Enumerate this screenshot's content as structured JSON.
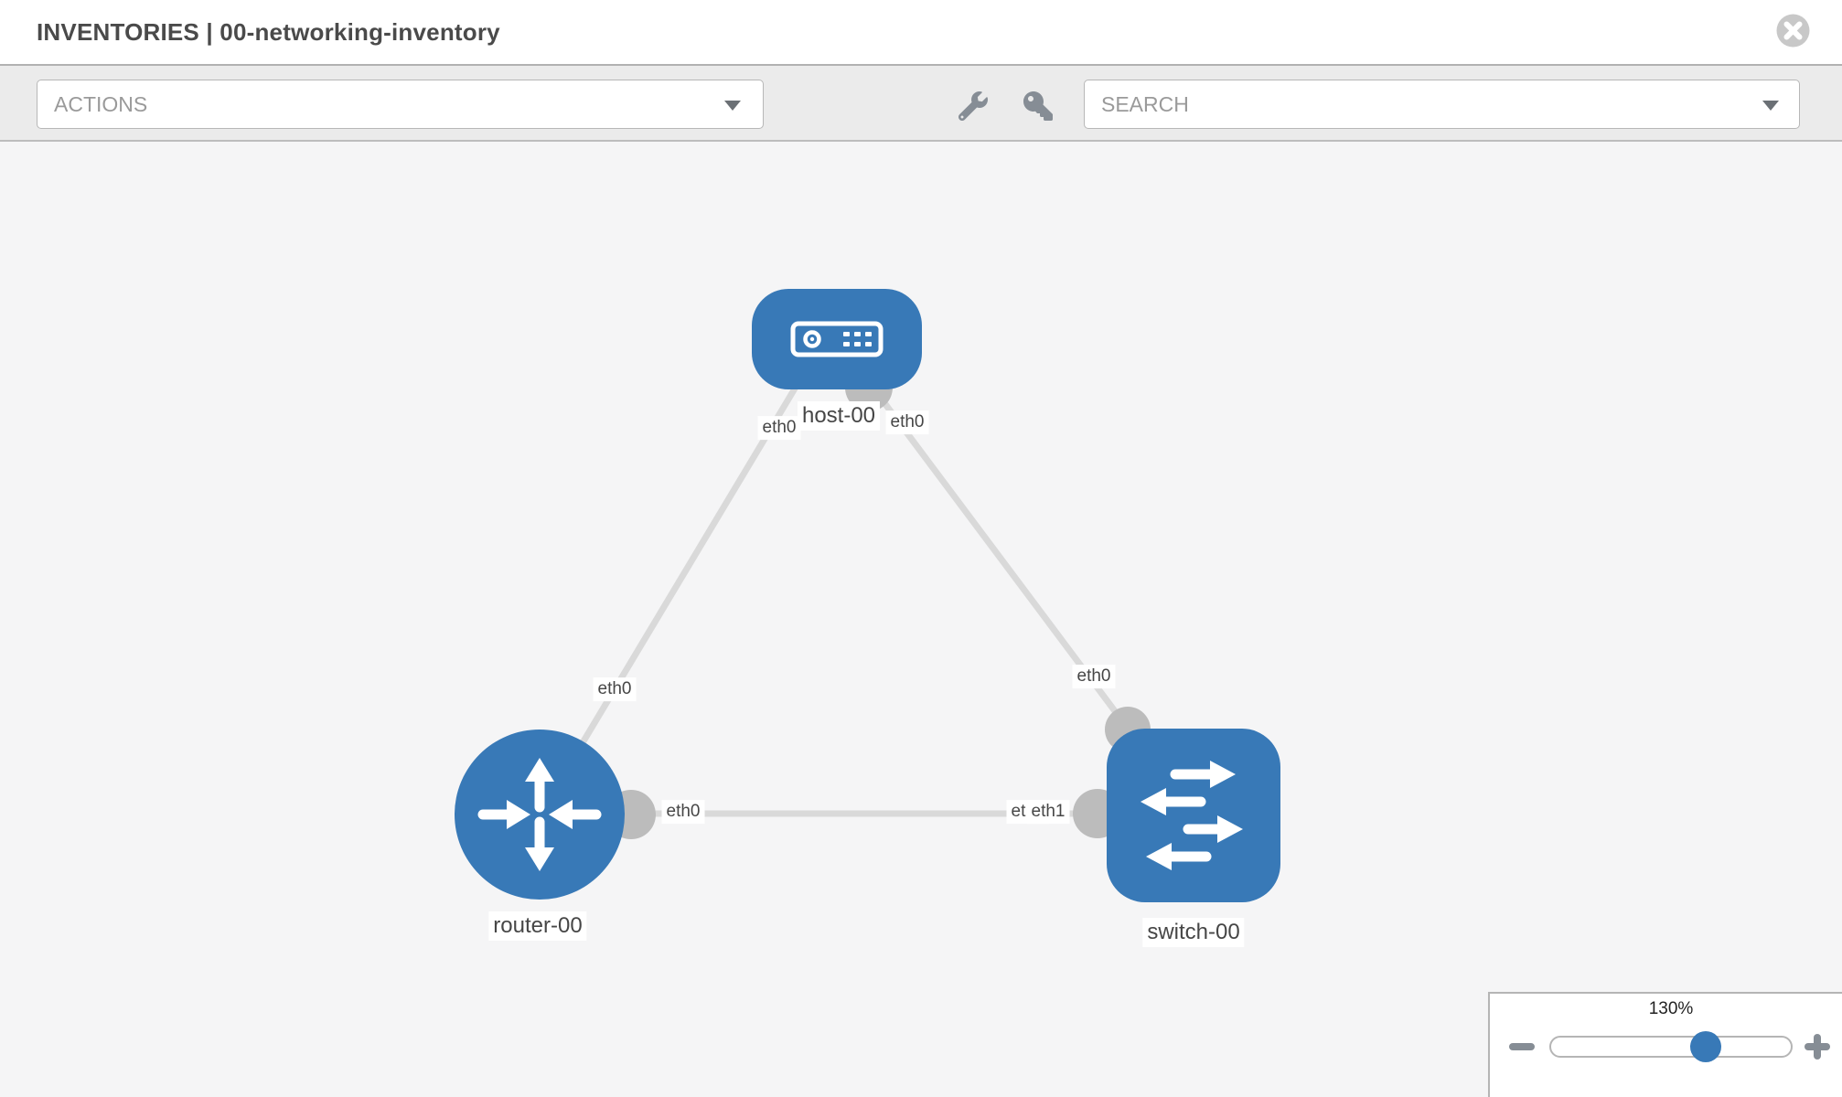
{
  "header": {
    "title": "INVENTORIES | 00-networking-inventory",
    "close_icon": "x-circle"
  },
  "toolbar": {
    "actions_label": "ACTIONS",
    "search_label": "SEARCH",
    "wrench_icon": "wrench",
    "key_icon": "key",
    "caret_icon": "caret-down"
  },
  "topology": {
    "nodes": [
      {
        "name": "host-00",
        "type": "host"
      },
      {
        "name": "router-00",
        "type": "router"
      },
      {
        "name": "switch-00",
        "type": "switch"
      }
    ],
    "interfaces": {
      "host_left": "eth0",
      "host_right": "eth0",
      "link_host_router": "eth0",
      "link_host_switch": "eth0",
      "router_eth0": "eth0",
      "switch_eth0_hidden": "eth0",
      "switch_eth1": "eth1"
    },
    "links": [
      {
        "from": "host-00",
        "from_if": "eth0",
        "to": "router-00",
        "to_if": "eth0"
      },
      {
        "from": "host-00",
        "from_if": "eth0",
        "to": "switch-00",
        "to_if": "eth0"
      },
      {
        "from": "router-00",
        "from_if": "eth0",
        "to": "switch-00",
        "to_if": "eth1"
      }
    ]
  },
  "zoom_control": {
    "level": "130%",
    "minus_icon": "minus",
    "plus_icon": "plus"
  },
  "colors": {
    "node_blue": "#3879b7",
    "link_gray": "#d9d9d9",
    "connector_gray": "#bcbcbc",
    "canvas_bg": "#f5f5f6",
    "toolbar_bg": "#ebebeb"
  }
}
